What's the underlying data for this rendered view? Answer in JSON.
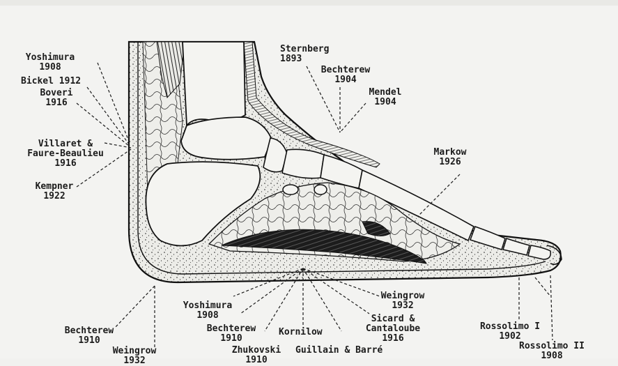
{
  "labels": {
    "yoshimura_top": {
      "name": "Yoshimura",
      "year": "1908"
    },
    "bickel": {
      "name": "Bickel 1912"
    },
    "boveri": {
      "name": "Boveri",
      "year": "1916"
    },
    "villaret": {
      "line1": "Villaret &",
      "line2": "Faure-Beaulieu",
      "year": "1916"
    },
    "kempner": {
      "name": "Kempner",
      "year": "1922"
    },
    "sternberg": {
      "name": "Sternberg",
      "year": "1893"
    },
    "bechterew_top": {
      "name": "Bechterew",
      "year": "1904"
    },
    "mendel": {
      "name": "Mendel",
      "year": "1904"
    },
    "markow": {
      "name": "Markow",
      "year": "1926"
    },
    "bechterew_heel": {
      "name": "Bechterew",
      "year": "1910"
    },
    "weingrow_heel": {
      "name": "Weingrow",
      "year": "1932"
    },
    "yoshimura_sole": {
      "name": "Yoshimura",
      "year": "1908"
    },
    "bechterew_sole": {
      "name": "Bechterew",
      "year": "1910"
    },
    "kornilow": {
      "name": "Kornilow"
    },
    "zhukovski": {
      "name": "Zhukovski",
      "year": "1910"
    },
    "guillain": {
      "name": "Guillain & Barré"
    },
    "sicard": {
      "line1": "Sicard &",
      "line2": "Cantaloube",
      "year": "1916"
    },
    "weingrow_sole": {
      "name": "Weingrow",
      "year": "1932"
    },
    "rossolimo1": {
      "name": "Rossolimo I",
      "year": "1902"
    },
    "rossolimo2": {
      "name": "Rossolimo II",
      "year": "1908"
    }
  }
}
